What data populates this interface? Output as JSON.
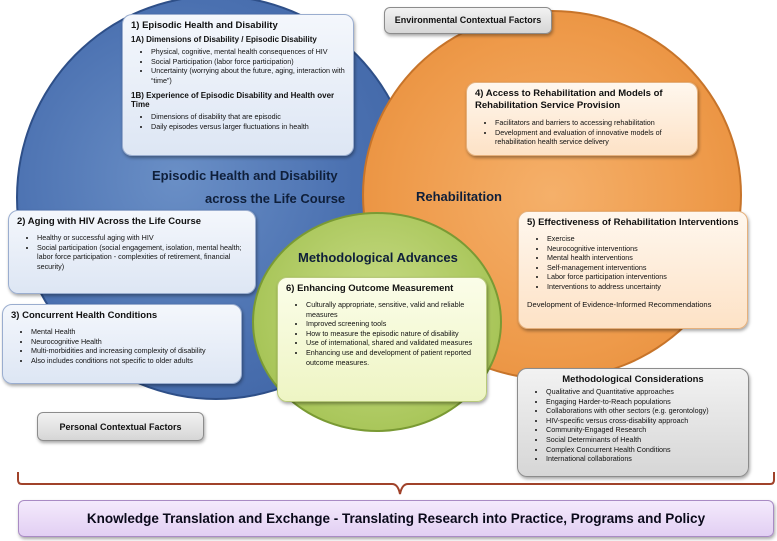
{
  "environmental": "Environmental Contextual Factors",
  "personal": "Personal Contextual Factors",
  "blue_label_line1": "Episodic Health and Disability",
  "blue_label_line2": "across the Life Course",
  "orange_label": "Rehabilitation",
  "green_label": "Methodological Advances",
  "box1": {
    "title": "1) Episodic Health and Disability",
    "sub_a": "1A) Dimensions of Disability / Episodic Disability",
    "items_a": [
      "Physical, cognitive, mental health consequences of HIV",
      "Social Participation (labor force participation)",
      "Uncertainty (worrying about the future, aging, interaction with “time”)"
    ],
    "sub_b": "1B) Experience of Episodic Disability and Health over Time",
    "items_b": [
      "Dimensions of disability that are episodic",
      "Daily episodes versus larger fluctuations in health"
    ]
  },
  "box2": {
    "title": "2) Aging with HIV Across the Life Course",
    "items": [
      "Healthy or successful aging with HIV",
      "Social participation (social engagement, isolation, mental health; labor force participation - complexities of retirement, financial security)"
    ]
  },
  "box3": {
    "title": "3) Concurrent Health Conditions",
    "items": [
      "Mental Health",
      "Neurocognitive Health",
      "Multi-morbidities and increasing complexity of disability",
      "Also includes conditions not specific to older adults"
    ]
  },
  "box4": {
    "title": "4) Access to Rehabilitation and Models of Rehabilitation Service Provision",
    "items": [
      "Facilitators and barriers to accessing rehabilitation",
      "Development and evaluation of innovative models of rehabilitation health service delivery"
    ]
  },
  "box5": {
    "title": "5) Effectiveness of Rehabilitation Interventions",
    "items": [
      "Exercise",
      "Neurocognitive interventions",
      "Mental health interventions",
      "Self-management interventions",
      "Labor force participation interventions",
      "Interventions to address uncertainty"
    ],
    "note": "Development of Evidence-Informed Recommendations"
  },
  "box6": {
    "title": "6) Enhancing Outcome Measurement",
    "items": [
      "Culturally appropriate, sensitive, valid and reliable measures",
      "Improved screening tools",
      "How to measure the episodic nature of disability",
      "Use of international, shared and validated measures",
      "Enhancing use and development of patient reported outcome measures."
    ]
  },
  "box7": {
    "title": "Methodological Considerations",
    "items": [
      "Qualitative and Quantitative approaches",
      "Engaging Harder-to-Reach populations",
      "Collaborations with other sectors (e.g. gerontology)",
      "HIV-specific versus cross-disability approach",
      "Community-Engaged Research",
      "Social Determinants of Health",
      "Complex Concurrent Health Conditions",
      "International collaborations"
    ]
  },
  "banner": "Knowledge Translation and Exchange - Translating Research into Practice, Programs and Policy",
  "colors": {
    "blue_circle": "#4a70b0",
    "orange_circle": "#ee9a4a",
    "green_circle": "#a9c65a",
    "bracket": "#a0422a",
    "banner_bg": "#e2cff3"
  }
}
